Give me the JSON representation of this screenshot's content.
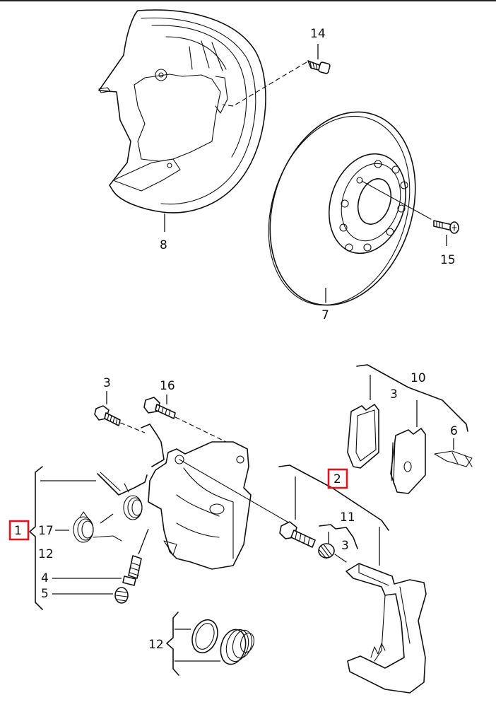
{
  "diagram": {
    "title": "Rear brake assembly exploded view",
    "highlight_color": "#e0141e",
    "line_color": "#111111",
    "background": "#ffffff"
  },
  "labels": {
    "p14": "14",
    "p8": "8",
    "p15": "15",
    "p7": "7",
    "p3_bolt": "3",
    "p16": "16",
    "p10": "10",
    "p3_pads": "3",
    "p6": "6",
    "p2": "2",
    "p11": "11",
    "p3_sleeve": "3",
    "p1": "1",
    "p17": "17",
    "p12_group": "12",
    "p4": "4",
    "p5": "5",
    "p12_seal": "12"
  },
  "parts": [
    {
      "id": "1",
      "name": "Brake caliper",
      "highlighted": true
    },
    {
      "id": "2",
      "name": "Brake pad set",
      "highlighted": true
    },
    {
      "id": "3",
      "name": "Bolt"
    },
    {
      "id": "4",
      "name": "Bleeder valve"
    },
    {
      "id": "5",
      "name": "Dust cap"
    },
    {
      "id": "6",
      "name": "Pad spring clip"
    },
    {
      "id": "7",
      "name": "Brake disc"
    },
    {
      "id": "8",
      "name": "Splash guard"
    },
    {
      "id": "10",
      "name": "Pad kit"
    },
    {
      "id": "11",
      "name": "Guide sleeve kit"
    },
    {
      "id": "12",
      "name": "Repair kit / piston seal"
    },
    {
      "id": "14",
      "name": "Splash guard bolt"
    },
    {
      "id": "15",
      "name": "Disc retaining screw"
    },
    {
      "id": "16",
      "name": "Caliper bolt"
    },
    {
      "id": "17",
      "name": "Spring"
    }
  ]
}
